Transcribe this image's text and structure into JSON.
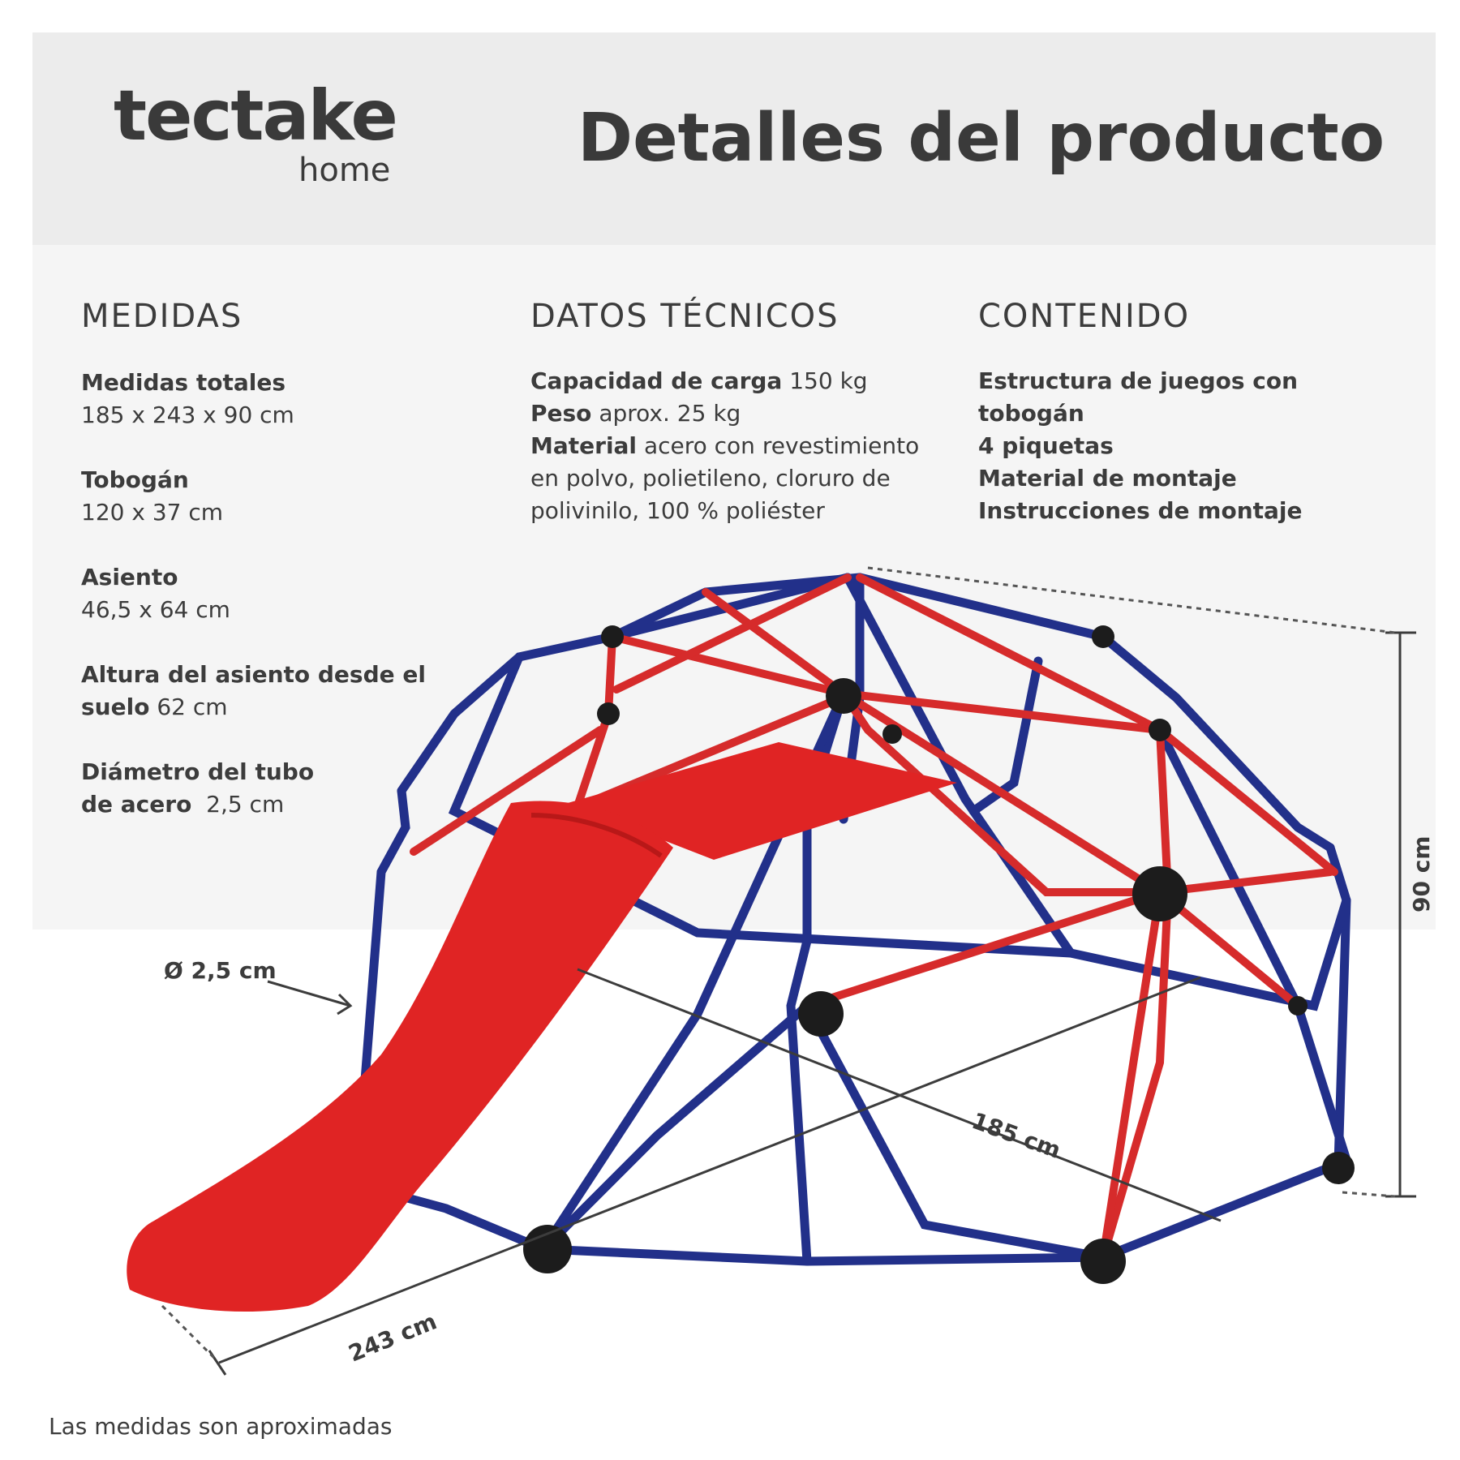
{
  "brand": {
    "name": "tectake",
    "sub": "home"
  },
  "title": "Detalles del producto",
  "medidas": {
    "heading": "MEDIDAS",
    "items": [
      {
        "label": "Medidas totales",
        "value": "185 x 243 x 90 cm"
      },
      {
        "label": "Tobogán",
        "value": "120 x 37 cm"
      },
      {
        "label": "Asiento",
        "value": "46,5 x 64 cm"
      },
      {
        "label_line1": "Altura del asiento desde el",
        "label_line2": "suelo",
        "value": "62 cm"
      },
      {
        "label_line1": "Diámetro del tubo",
        "label_line2": "de acero",
        "value": "2,5 cm"
      }
    ]
  },
  "datos": {
    "heading": "DATOS TÉCNICOS",
    "items": [
      {
        "label": "Capacidad de carga",
        "value": "150 kg"
      },
      {
        "label": "Peso",
        "value": "aprox. 25 kg"
      },
      {
        "label": "Material",
        "value_line1": "acero con revestimiento",
        "value_line2": "en polvo, polietileno, cloruro de",
        "value_line3": "polivinilo, 100 % poliéster"
      }
    ]
  },
  "contenido": {
    "heading": "CONTENIDO",
    "lines": [
      "Estructura de juegos con",
      "tobogán",
      "4 piquetas",
      "Material de montaje",
      "Instrucciones de montaje"
    ]
  },
  "dimensions": {
    "tube": "Ø 2,5 cm",
    "depth": "185 cm",
    "width": "243 cm",
    "height": "90 cm"
  },
  "footnote": "Las medidas son aproximadas",
  "colors": {
    "tube_blue": "#22308a",
    "tube_red": "#d62b2b",
    "slide_red": "#e02424",
    "header_bg": "#ececec",
    "panel_bg": "#f5f5f5",
    "text": "#3c3c3c"
  }
}
